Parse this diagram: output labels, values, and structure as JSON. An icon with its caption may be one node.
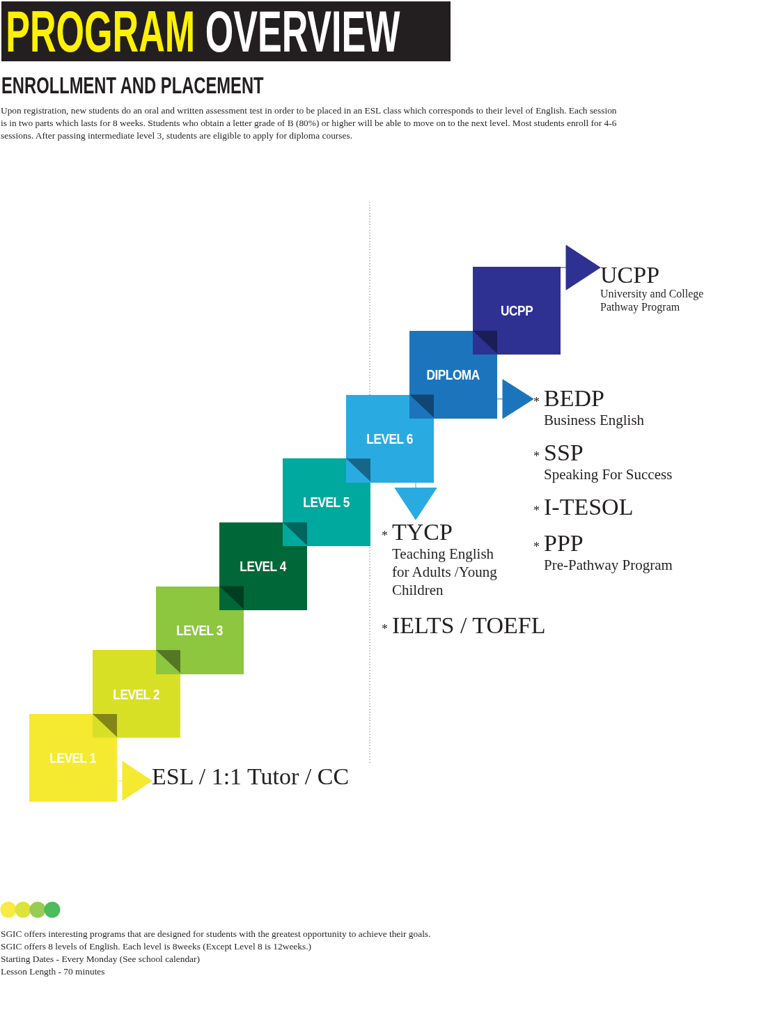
{
  "diagram": {
    "title": "PROGRAM OVERVIEW",
    "nodes": [
      {
        "text": [
          "LEVEL 1"
        ]
      },
      {
        "text": [
          "LEVEL 2"
        ]
      },
      {
        "text": [
          "LEVEL 3"
        ]
      },
      {
        "text": [
          "LEVEL 4"
        ]
      },
      {
        "text": [
          "LEVEL 5"
        ]
      },
      {
        "text": [
          "LEVEL 6"
        ]
      },
      {
        "text": [
          "DIPLOMA"
        ]
      },
      {
        "text": [
          "UCPP"
        ]
      },
      {
        "text": [
          "ESL / 1:1 Tutor / CC"
        ]
      },
      {
        "text": [
          "UCPP",
          "University and College Pathway Program"
        ]
      },
      {
        "text": [
          "*",
          "BEDP",
          "Business English"
        ]
      },
      {
        "text": [
          "*",
          "SSP",
          "Speaking For Success"
        ]
      },
      {
        "text": [
          "*",
          "I-TESOL"
        ]
      },
      {
        "text": [
          "*",
          "PPP",
          "Pre-Pathway Program"
        ]
      },
      {
        "text": [
          "*",
          "TYCP",
          "Teaching English for Adults /Young Children"
        ]
      },
      {
        "text": [
          "*",
          "IELTS / TOEFL"
        ]
      }
    ],
    "edges": [
      {
        "from": 0,
        "to": 8,
        "arrow": "to",
        "color": "#f5ea2f"
      },
      {
        "from": 5,
        "to": 14,
        "arrow": "to",
        "color": "#29abe2"
      },
      {
        "from": 6,
        "to": 10,
        "arrow": "to",
        "color": "#1c75bc"
      },
      {
        "from": 7,
        "to": 9,
        "arrow": "to",
        "color": "#2e3192"
      }
    ],
    "labels": [
      "ENROLLMENT AND PLACEMENT",
      "Upon registration, new students do an oral and written assessment test in order to be placed in an ESL class which corresponds to their level of English. Each session is in two parts which lasts for 8 weeks. Students who obtain a letter grade of B (80%) or higher will be able to move on to the next level. Most students enroll for 4-6 sessions. After passing intermediate level 3, students are eligible to apply for diploma courses.",
      "SGIC offers interesting programs that are designed for students with the greatest opportunity to achieve their goals.",
      "SGIC offers 8 levels of English. Each level is 8weeks (Except Level 8 is 12weeks.)",
      "Starting Dates - Every Monday (See school calendar)",
      "Lesson Length - 70 minutes"
    ]
  }
}
